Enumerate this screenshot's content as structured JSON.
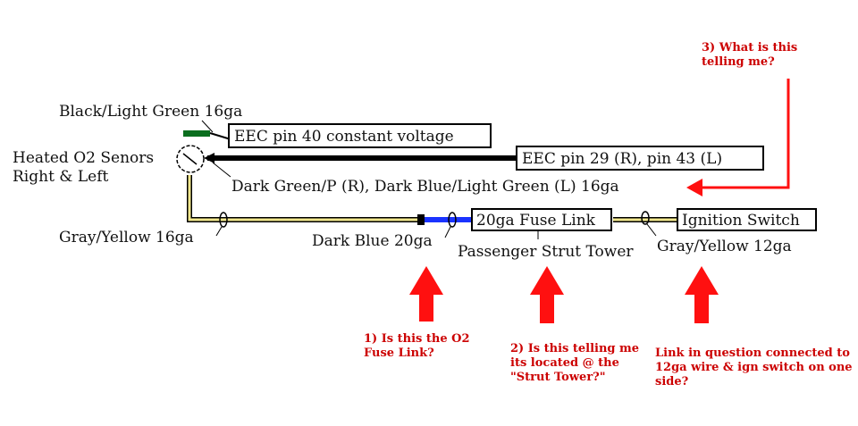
{
  "colors": {
    "yellow_wire": "#f0e68c",
    "blue_wire": "#1a33ff",
    "black_wire": "#000000",
    "green_wire": "#0a6e1e",
    "annotation": "#cc0000",
    "arrow": "#ff1010"
  },
  "diagram": {
    "sensor_label": [
      "Heated O2 Senors",
      "Right & Left"
    ],
    "black_green_label": "Black/Light Green 16ga",
    "eec_pin40": "EEC pin 40 constant voltage",
    "eec_pin29": "EEC pin 29 (R), pin 43 (L)",
    "dark_green_label": "Dark Green/P (R), Dark Blue/Light Green (L) 16ga",
    "gray_yellow_16": "Gray/Yellow 16ga",
    "dark_blue_20": "Dark Blue 20ga",
    "fuse_link": "20ga Fuse Link",
    "strut_tower": "Passenger Strut Tower",
    "ignition_switch": "Ignition Switch",
    "gray_yellow_12": "Gray/Yellow 12ga"
  },
  "annotations": {
    "q1": [
      "1) Is this the O2",
      "Fuse Link?"
    ],
    "q2": [
      "2) Is this telling me",
      "its located @ the",
      "\"Strut Tower?\""
    ],
    "q3": [
      "3) What is this",
      "telling me?"
    ],
    "q4": [
      "Link in question connected to",
      "12ga wire & ign switch on one",
      "side?"
    ]
  }
}
